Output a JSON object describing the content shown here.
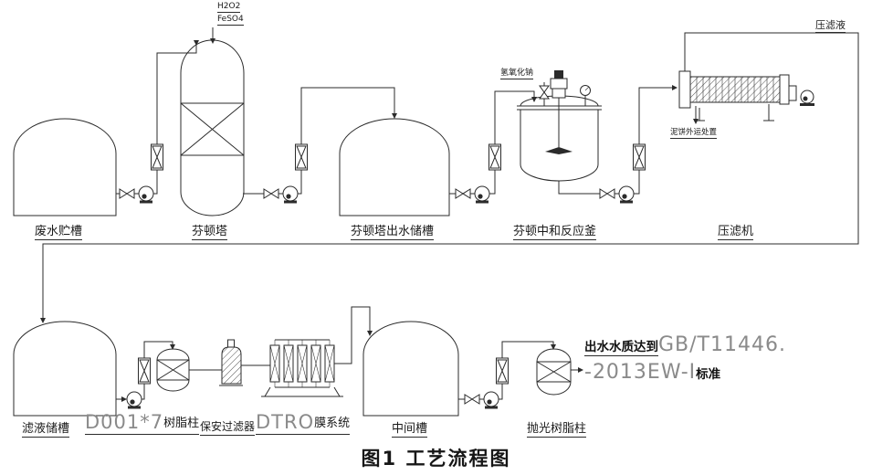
{
  "figure_caption": "图1 工艺流程图",
  "top_row": {
    "waste_tank": "废水贮槽",
    "fenton_tower": "芬顿塔",
    "fenton_outlet_tank": "芬顿塔出水储槽",
    "reactor": "芬顿中和反应釜",
    "filter_press": "压滤机",
    "h2o2": "H2O2",
    "feso4": "FeSO4",
    "naoh": "氢氧化钠",
    "filtrate_line": "压滤液",
    "cake_disposal": "泥饼外运处置"
  },
  "bottom_row": {
    "filtrate_tank": "滤液储槽",
    "resin_code": "D001*7",
    "resin_name": "树脂柱",
    "cartridge_filter": "保安过滤器",
    "dtro_code": "DTRO",
    "dtro_name": "膜系统",
    "intermediate_tank": "中间槽",
    "polishing_column": "抛光树脂柱",
    "effluent": {
      "line1_cn": "出水水质达到",
      "line1_code": "GB/T11446.",
      "line2_code": "-2013EW-I",
      "line2_cn": "标准"
    }
  }
}
